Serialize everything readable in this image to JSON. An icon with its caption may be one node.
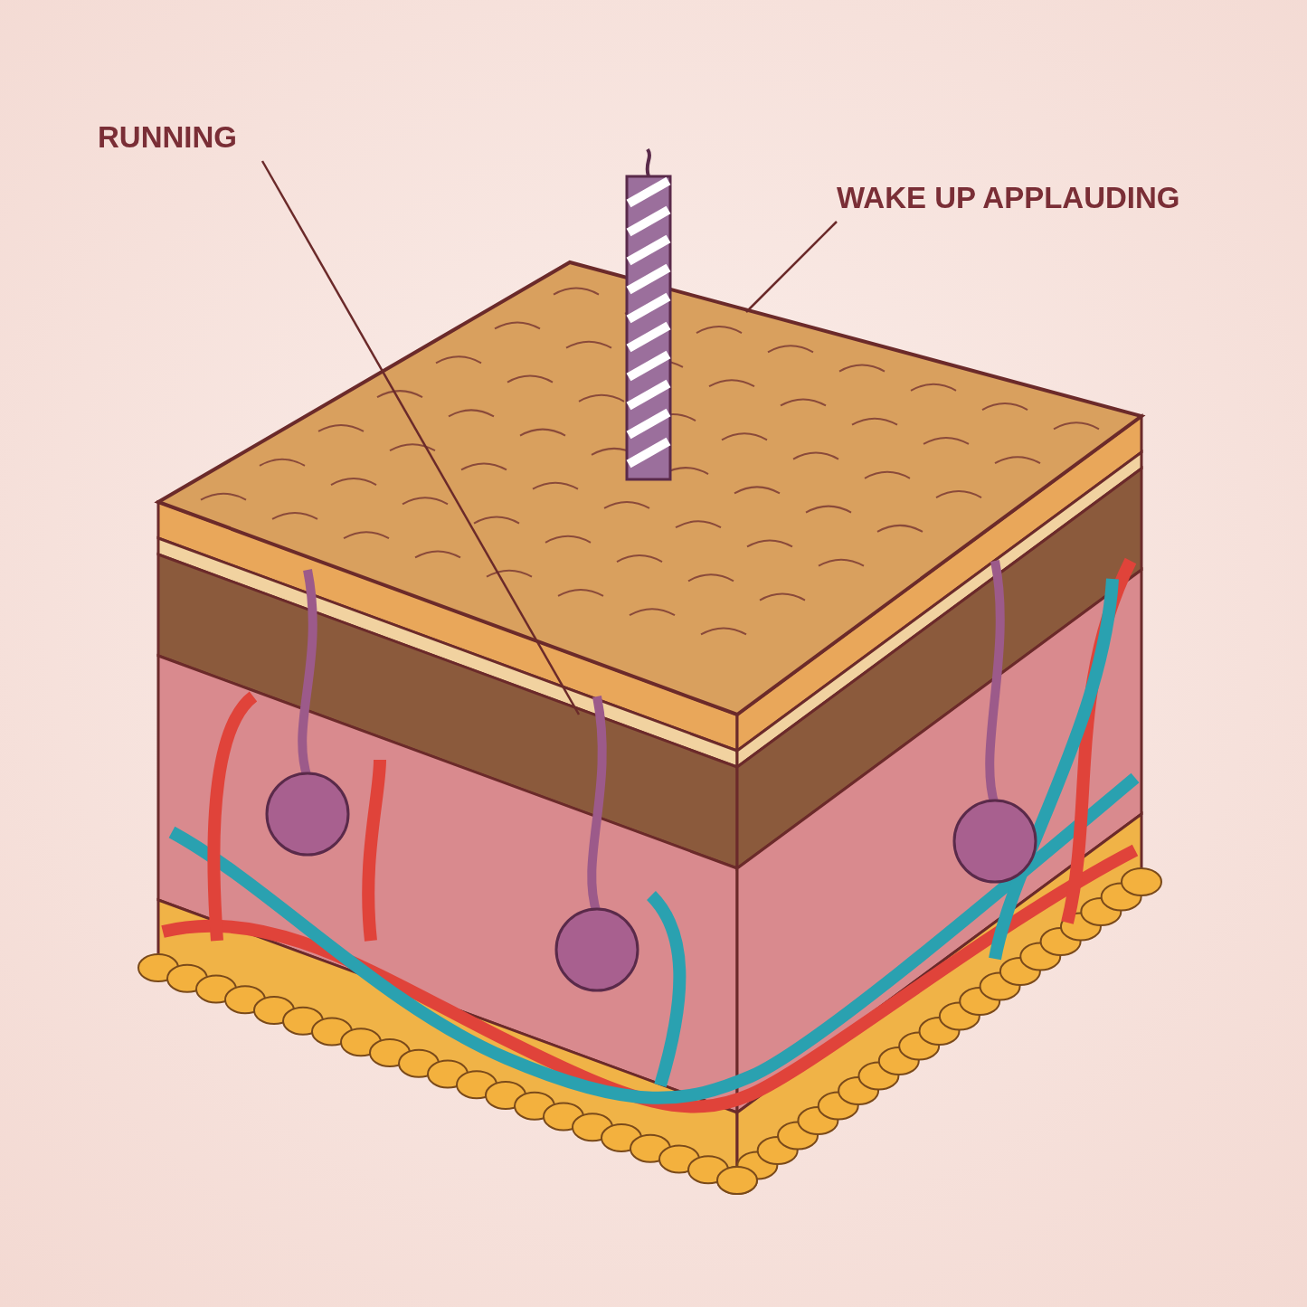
{
  "diagram": {
    "nodes": [
      {
        "text": [
          "RUNNING"
        ]
      },
      {
        "text": [
          "WAKE UP APPLAUDING"
        ]
      }
    ],
    "edges": [
      {
        "from": 0,
        "to": null,
        "arrow": "none"
      },
      {
        "from": 1,
        "to": null,
        "arrow": "none"
      }
    ]
  }
}
